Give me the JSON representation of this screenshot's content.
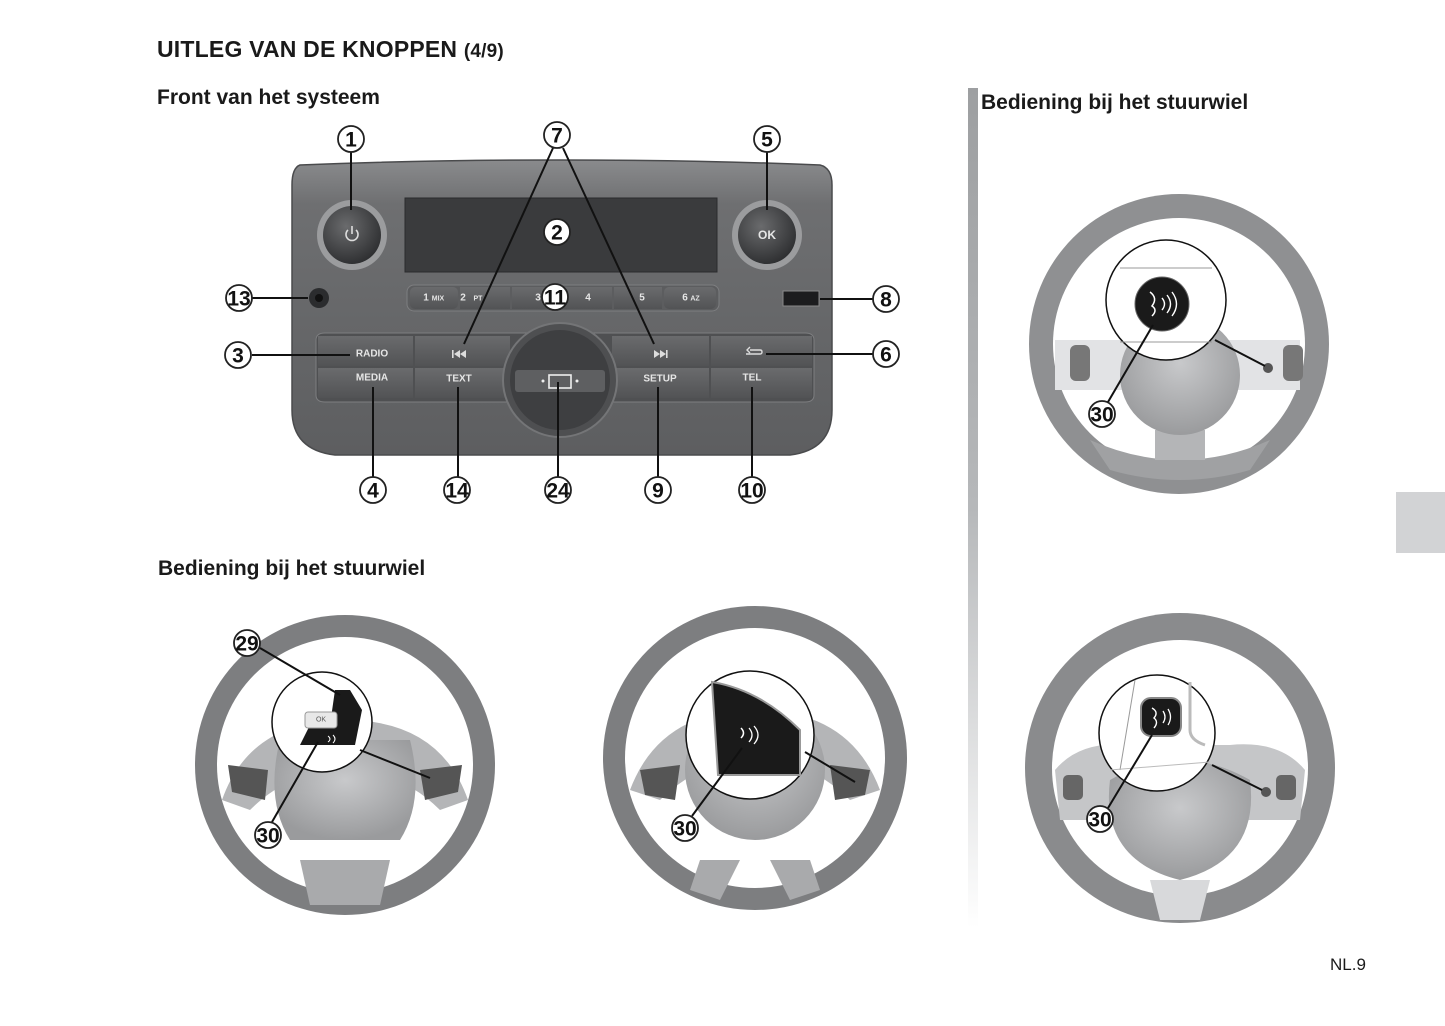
{
  "page": {
    "title": "UITLEG VAN DE KNOPPEN",
    "title_part": "(4/9)",
    "page_number": "NL.9"
  },
  "sections": {
    "front": {
      "title": "Front van het systeem"
    },
    "steering_bottom": {
      "title": "Bediening bij het stuurwiel"
    },
    "steering_right": {
      "title": "Bediening bij het stuurwiel"
    }
  },
  "radio_unit": {
    "power_icon": "power-icon",
    "ok_label": "OK",
    "preset_buttons": [
      "1",
      "2",
      "3",
      "4",
      "5",
      "6"
    ],
    "preset_sublabels": [
      "MIX",
      "PT",
      "",
      "",
      "",
      "AZ"
    ],
    "radio_label": "RADIO",
    "media_label": "MEDIA",
    "text_label": "TEXT",
    "setup_label": "SETUP",
    "tel_label": "TEL",
    "prev_icon": "skip-back-icon",
    "next_icon": "skip-forward-icon",
    "back_icon": "back-arrow-icon",
    "knob_icon": "display-select-icon"
  },
  "callouts": {
    "c1": "1",
    "c2": "2",
    "c3": "3",
    "c4": "4",
    "c5": "5",
    "c6": "6",
    "c7": "7",
    "c8": "8",
    "c9": "9",
    "c10": "10",
    "c11": "11",
    "c13": "13",
    "c14": "14",
    "c24": "24",
    "c29": "29",
    "c30": "30"
  },
  "steering_wheels": [
    {
      "callouts": [
        "29",
        "30"
      ],
      "zoom_labels": [
        "OK"
      ],
      "icon": "voice-command-icon"
    },
    {
      "callouts": [
        "30"
      ],
      "icon": "voice-command-icon"
    },
    {
      "callouts": [
        "30"
      ],
      "icon": "voice-command-icon"
    },
    {
      "callouts": [
        "30"
      ],
      "icon": "voice-command-icon"
    }
  ]
}
